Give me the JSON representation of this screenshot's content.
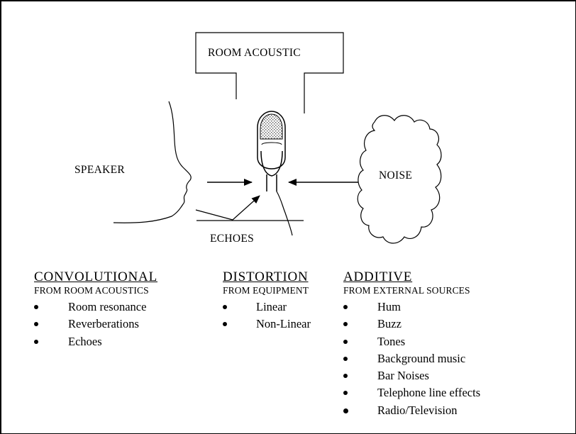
{
  "diagram": {
    "room_box_label": "ROOM ACOUSTIC",
    "speaker_label": "SPEAKER",
    "noise_label": "NOISE",
    "echoes_label": "ECHOES"
  },
  "columns": [
    {
      "heading": "CONVOLUTIONAL",
      "subheading": "FROM ROOM ACOUSTICS",
      "items": [
        "Room resonance",
        "Reverberations",
        "Echoes"
      ]
    },
    {
      "heading": "DISTORTION",
      "subheading": "FROM EQUIPMENT",
      "items": [
        "Linear",
        "Non-Linear"
      ]
    },
    {
      "heading": "ADDITIVE",
      "subheading": "FROM EXTERNAL SOURCES",
      "items": [
        "Hum",
        "Buzz",
        "Tones",
        "Background music",
        "Bar Noises",
        "Telephone line effects",
        "Radio/Television"
      ]
    }
  ]
}
